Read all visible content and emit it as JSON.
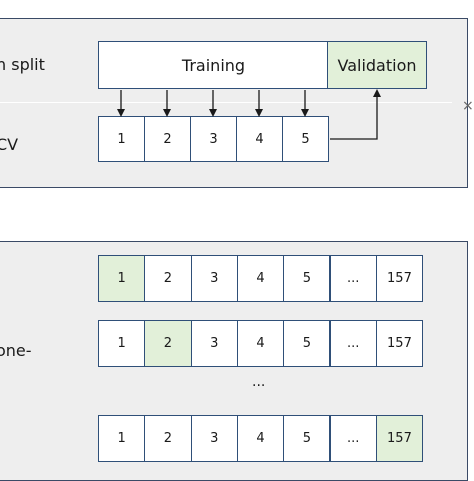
{
  "top_panel": {
    "row1_label": "n split",
    "row2_label": "CV",
    "split": {
      "training_label": "Training",
      "validation_label": "Validation"
    },
    "folds": [
      "1",
      "2",
      "3",
      "4",
      "5"
    ],
    "side_marker": "×"
  },
  "bottom_panel": {
    "label": "one-",
    "rows": [
      {
        "cells": [
          "1",
          "2",
          "3",
          "4",
          "5",
          "...",
          "157"
        ],
        "highlight_index": 0
      },
      {
        "cells": [
          "1",
          "2",
          "3",
          "4",
          "5",
          "...",
          "157"
        ],
        "highlight_index": 1
      },
      {
        "cells": [
          "1",
          "2",
          "3",
          "4",
          "5",
          "...",
          "157"
        ],
        "highlight_index": 6
      }
    ],
    "vertical_ellipsis": "..."
  },
  "colors": {
    "border": "#2f4f78",
    "highlight": "#e2f0d9",
    "panel": "#eeeeee"
  }
}
